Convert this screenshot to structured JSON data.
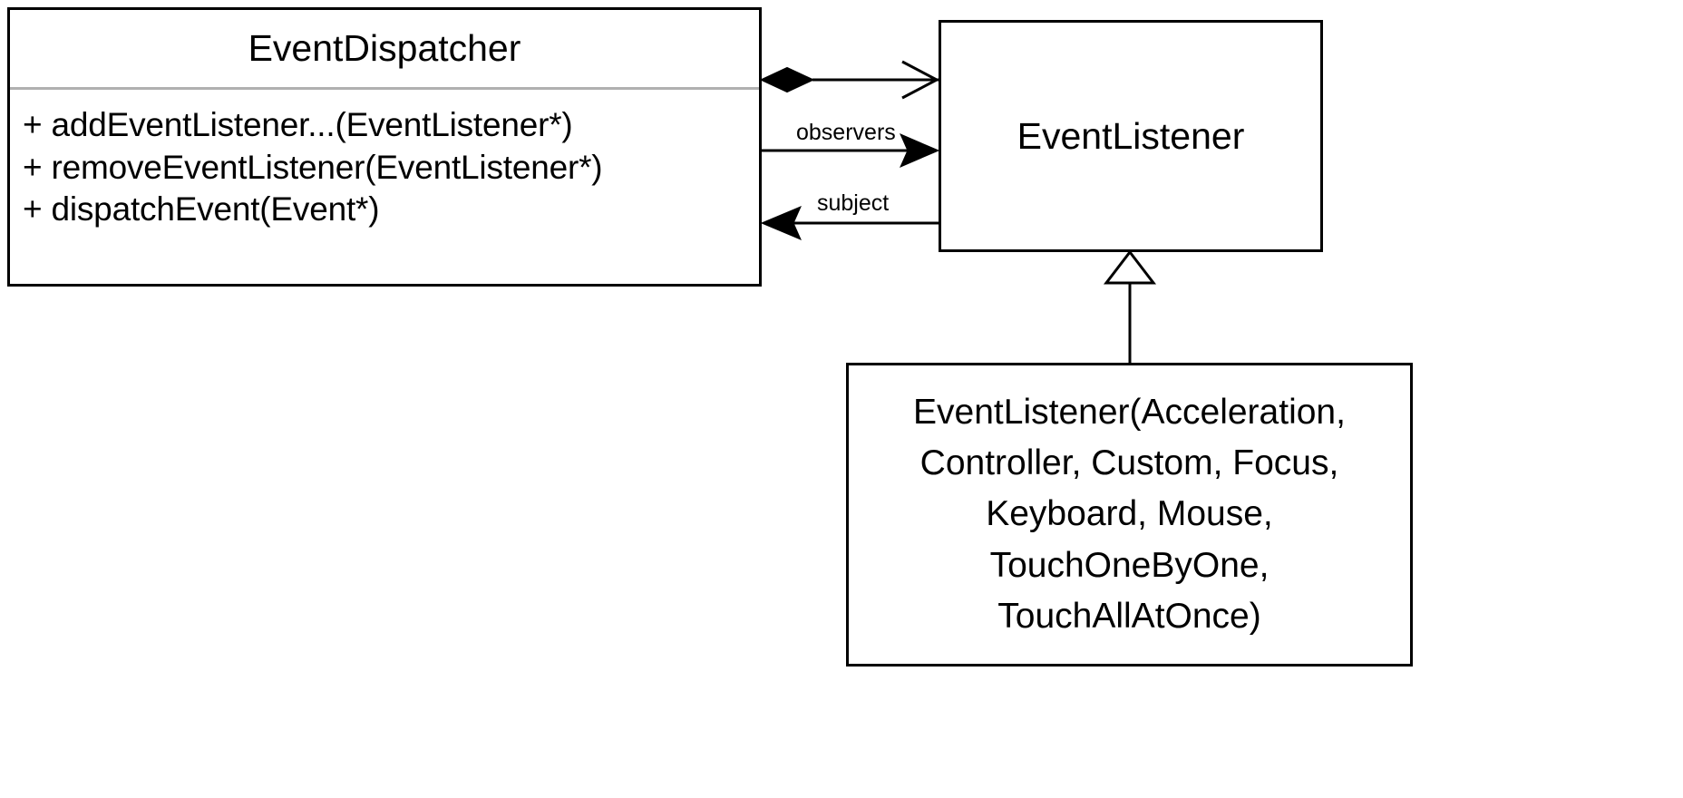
{
  "diagram": {
    "type": "uml-class-diagram",
    "title": "EventDispatcher / EventListener observer pattern",
    "background_color": "#ffffff",
    "line_color": "#000000",
    "divider_color": "#b0b0b0"
  },
  "classes": {
    "dispatcher": {
      "name": "EventDispatcher",
      "members": [
        "+ addEventListener...(EventListener*)",
        "+ removeEventListener(EventListener*)",
        "+ dispatchEvent(Event*)"
      ]
    },
    "listener": {
      "name": "EventListener"
    },
    "subclasses": {
      "lines": [
        "EventListener(Acceleration,",
        "Controller, Custom, Focus,",
        "Keyboard, Mouse,",
        "TouchOneByOne,",
        "TouchAllAtOnce)"
      ]
    }
  },
  "relationships": [
    {
      "id": "composition",
      "from": "EventDispatcher",
      "to": "EventListener",
      "kind": "composition",
      "source_marker": "filled-diamond",
      "target_marker": "open-arrow",
      "label": ""
    },
    {
      "id": "observers",
      "from": "EventDispatcher",
      "to": "EventListener",
      "kind": "association",
      "source_marker": "none",
      "target_marker": "filled-arrow",
      "label": "observers"
    },
    {
      "id": "subject",
      "from": "EventListener",
      "to": "EventDispatcher",
      "kind": "association",
      "source_marker": "none",
      "target_marker": "filled-arrow",
      "label": "subject"
    },
    {
      "id": "generalization",
      "from": "EventListener(Acceleration, Controller, Custom, Focus, Keyboard, Mouse, TouchOneByOne, TouchAllAtOnce)",
      "to": "EventListener",
      "kind": "generalization",
      "source_marker": "none",
      "target_marker": "hollow-triangle",
      "label": ""
    }
  ]
}
